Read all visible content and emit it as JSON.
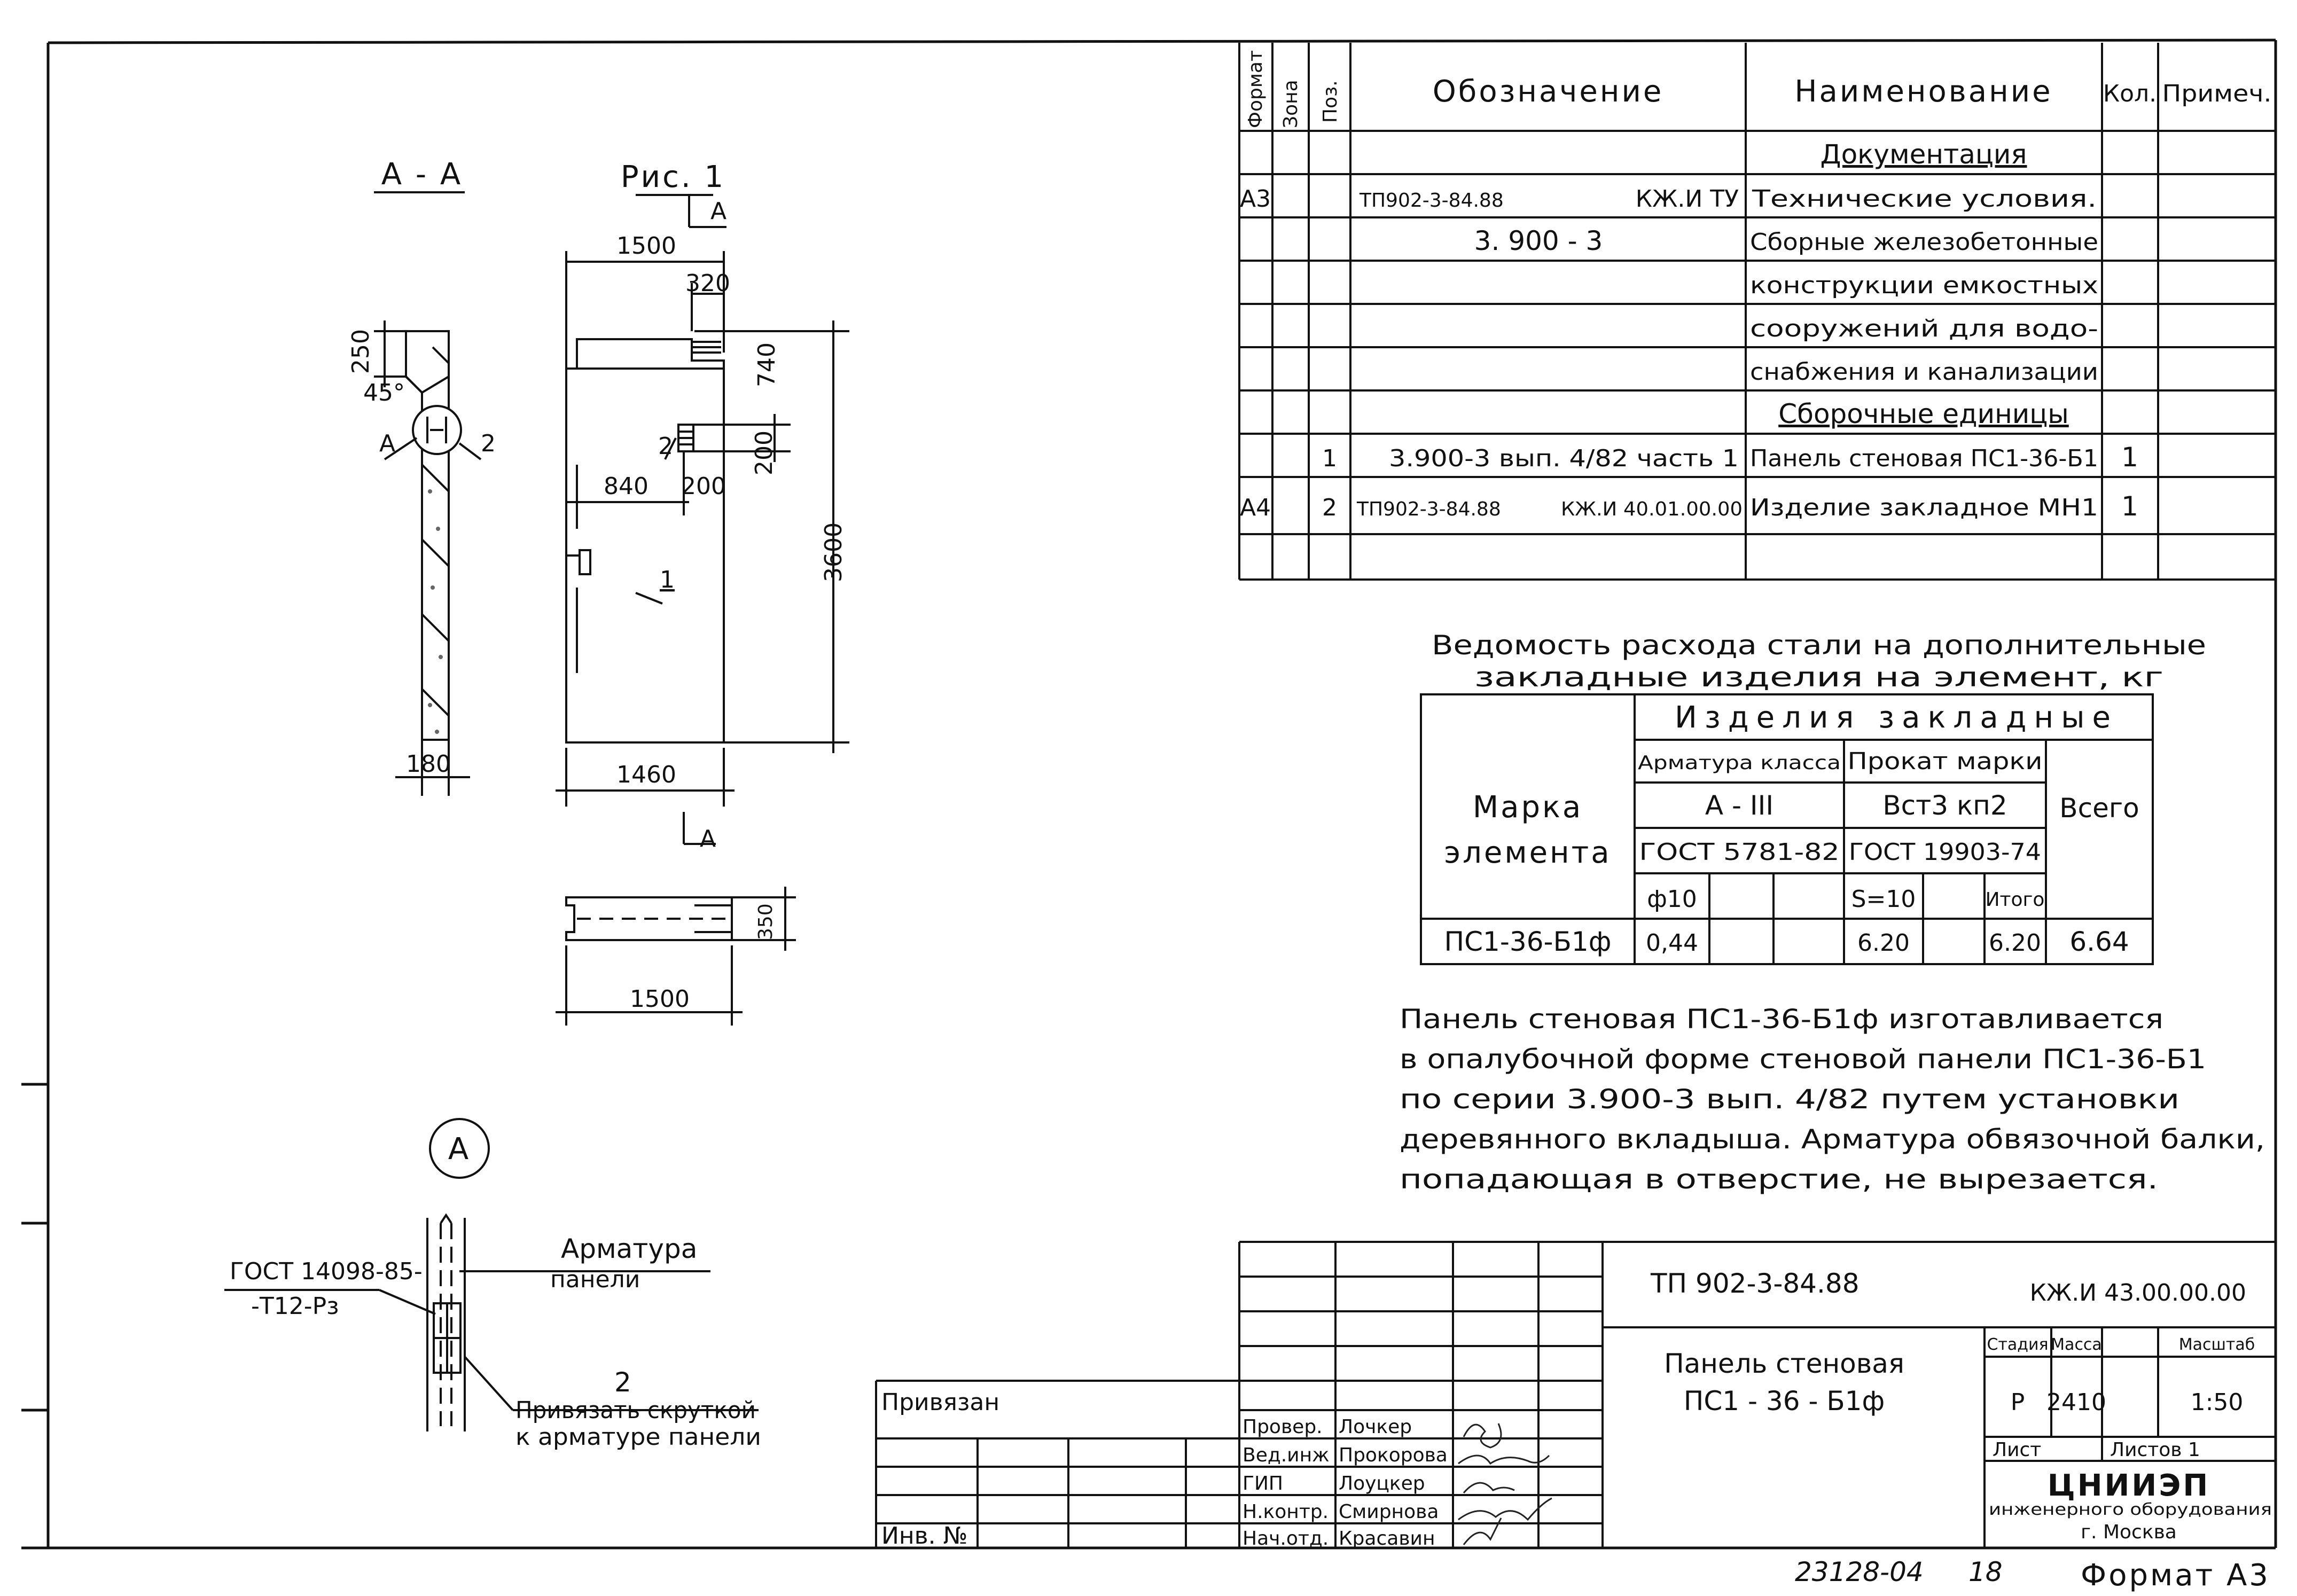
{
  "drawing": {
    "section_label": "А - А",
    "figure_label": "Рис. 1",
    "cut_mark": "А",
    "detail_circle": "А",
    "dims": {
      "top_width": "1500",
      "notch_width": "320",
      "notch_depth": "740",
      "hole_h": "200",
      "hole_offset": "840",
      "hole_w": "200",
      "total_height": "3600",
      "bottom_width": "1460",
      "plan_width": "1500",
      "plan_thickness": "350",
      "section_top": "250",
      "section_angle": "45°",
      "section_thickness": "180"
    },
    "callouts": {
      "pos1": "1",
      "pos2": "2",
      "detailA": "А"
    },
    "detail": {
      "gost_line1": "ГОСТ 14098-85-",
      "gost_line2": "-Т12-Рз",
      "rebar_line1": "Арматура",
      "rebar_line2": "панели",
      "pos": "2",
      "tie_line1": "Привязать скруткой",
      "tie_line2": "к арматуре панели"
    }
  },
  "spec_table": {
    "headers": [
      "Формат",
      "Зона",
      "Поз.",
      "Обозначение",
      "Наименование",
      "Кол.",
      "Примеч."
    ],
    "rows": [
      {
        "format": "",
        "zone": "",
        "pos": "",
        "designation": "",
        "designation_right": "",
        "name": "Документация",
        "qty": "",
        "note": ""
      },
      {
        "format": "А3",
        "zone": "",
        "pos": "",
        "designation": "ТП902-3-84.88",
        "designation_right": "КЖ.И ТУ",
        "name": "Технические условия.",
        "qty": "",
        "note": ""
      },
      {
        "format": "",
        "zone": "",
        "pos": "",
        "designation": "3. 900 - 3",
        "designation_right": "",
        "name": "Сборные железобетонные",
        "qty": "",
        "note": ""
      },
      {
        "format": "",
        "zone": "",
        "pos": "",
        "designation": "",
        "designation_right": "",
        "name": "конструкции емкостных",
        "qty": "",
        "note": ""
      },
      {
        "format": "",
        "zone": "",
        "pos": "",
        "designation": "",
        "designation_right": "",
        "name": "сооружений для водо-",
        "qty": "",
        "note": ""
      },
      {
        "format": "",
        "zone": "",
        "pos": "",
        "designation": "",
        "designation_right": "",
        "name": "снабжения и канализации",
        "qty": "",
        "note": ""
      },
      {
        "format": "",
        "zone": "",
        "pos": "",
        "designation": "",
        "designation_right": "",
        "name": "Сборочные единицы",
        "qty": "",
        "note": ""
      },
      {
        "format": "",
        "zone": "",
        "pos": "1",
        "designation": "3.900-3 вып. 4/82 часть 1",
        "designation_right": "",
        "name": "Панель стеновая ПС1-36-Б1",
        "qty": "1",
        "note": ""
      },
      {
        "format": "А4",
        "zone": "",
        "pos": "2",
        "designation": "ТП902-3-84.88",
        "designation_right": "КЖ.И 40.01.00.00",
        "name": "Изделие закладное МН1",
        "qty": "1",
        "note": ""
      },
      {
        "format": "",
        "zone": "",
        "pos": "",
        "designation": "",
        "designation_right": "",
        "name": "",
        "qty": "",
        "note": ""
      }
    ]
  },
  "steel_table": {
    "title_line1": "Ведомость расхода стали на дополнительные",
    "title_line2": "закладные изделия на элемент, кг",
    "col_mark_line1": "Марка",
    "col_mark_line2": "элемента",
    "group": "Изделия закладные",
    "rebar_class": "Арматура класса",
    "rebar_grade": "А - III",
    "rebar_gost": "ГОСТ 5781-82",
    "rebar_dia": "ф10",
    "profile_label": "Прокат марки",
    "profile_grade": "Вст3 кп2",
    "profile_gost": "ГОСТ 19903-74",
    "profile_s": "S=10",
    "profile_total": "Итого",
    "total_label": "Всего",
    "row": {
      "mark": "ПС1-36-Б1ф",
      "dia10": "0,44",
      "s10": "6.20",
      "itogo": "6.20",
      "total": "6.64"
    }
  },
  "notes": [
    "Панель стеновая ПС1-36-Б1ф изготавливается",
    "в опалубочной форме стеновой панели ПС1-36-Б1",
    "по серии 3.900-3 вып. 4/82 путем установки",
    "деревянного вкладыша. Арматура обвязочной балки,",
    "попадающая в отверстие, не вырезается."
  ],
  "title_block": {
    "project": "ТП 902-3-84.88",
    "code": "КЖ.И 43.00.00.00",
    "name_line1": "Панель стеновая",
    "name_line2": "ПС1 - 36 - Б1ф",
    "stage_label": "Стадия",
    "mass_label": "Масса",
    "scale_label": "Масштаб",
    "stage": "Р",
    "mass": "2410",
    "scale": "1:50",
    "sheet_label": "Лист",
    "sheets_label": "Листов 1",
    "org_line1": "ЦНИИЭП",
    "org_line2": "инженерного оборудования",
    "org_line3": "г. Москва",
    "bound": "Привязан",
    "inv": "Инв. №",
    "signers": [
      {
        "role": "Провер.",
        "name": "Лочкер"
      },
      {
        "role": "Вед.инж",
        "name": "Прокорова"
      },
      {
        "role": "ГИП",
        "name": "Лоуцкер"
      },
      {
        "role": "Н.контр.",
        "name": "Смирнова"
      },
      {
        "role": "Нач.отд.",
        "name": "Красавин"
      }
    ]
  },
  "footer": {
    "archive": "23128-04",
    "sheet_no": "18",
    "format": "Формат А3"
  }
}
